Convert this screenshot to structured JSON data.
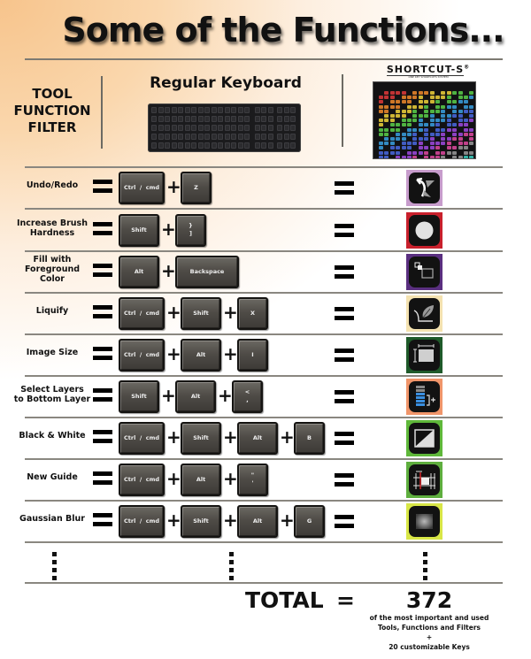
{
  "header": {
    "title": "Some of the Functions...",
    "col_left": [
      "TOOL",
      "FUNCTION",
      "FILTER"
    ],
    "col_middle": "Regular Keyboard",
    "col_right_brand": "SHORTCUT-S",
    "col_right_brand_mark": "®",
    "col_right_tagline": "ONE KEY SHORTCUTS SYSTEM"
  },
  "rows": [
    {
      "label": "Undo/Redo",
      "keys": [
        "Ctrl  /  cmd",
        "Z"
      ],
      "icon": "undo-redo-icon",
      "icon_border": "#c79ccc"
    },
    {
      "label": "Increase Brush\nHardness",
      "keys": [
        "Shift",
        "}\n]"
      ],
      "icon": "brush-hardness-icon",
      "icon_border": "#c8202c"
    },
    {
      "label": "Fill with\nForeground\nColor",
      "keys": [
        "Alt",
        "Backspace"
      ],
      "icon": "fill-foreground-icon",
      "icon_border": "#5a2f80"
    },
    {
      "label": "Liquify",
      "keys": [
        "Ctrl  /  cmd",
        "Shift",
        "X"
      ],
      "icon": "liquify-icon",
      "icon_border": "#f4e2b0"
    },
    {
      "label": "Image Size",
      "keys": [
        "Ctrl  /  cmd",
        "Alt",
        "I"
      ],
      "icon": "image-size-icon",
      "icon_border": "#1f5a2a"
    },
    {
      "label": "Select Layers\nto Bottom Layer",
      "keys": [
        "Shift",
        "Alt",
        "<\n,"
      ],
      "icon": "select-layers-icon",
      "icon_border": "#f0956a"
    },
    {
      "label": "Black & White",
      "keys": [
        "Ctrl  /  cmd",
        "Shift",
        "Alt",
        "B"
      ],
      "icon": "black-white-icon",
      "icon_border": "#5fb83a"
    },
    {
      "label": "New Guide",
      "keys": [
        "Ctrl  /  cmd",
        "Alt",
        "\"\n'"
      ],
      "icon": "new-guide-icon",
      "icon_border": "#5eae3e"
    },
    {
      "label": "Gaussian Blur",
      "keys": [
        "Ctrl  /  cmd",
        "Shift",
        "Alt",
        "G"
      ],
      "icon": "gaussian-blur-icon",
      "icon_border": "#d8e646"
    }
  ],
  "footer": {
    "total_label": "TOTAL",
    "equals": "=",
    "total_value": "372",
    "desc_line1": "of the most important and used",
    "desc_line2": "Tools, Functions and Filters",
    "desc_plus": "+",
    "desc_line3": "20 customizable Keys"
  }
}
